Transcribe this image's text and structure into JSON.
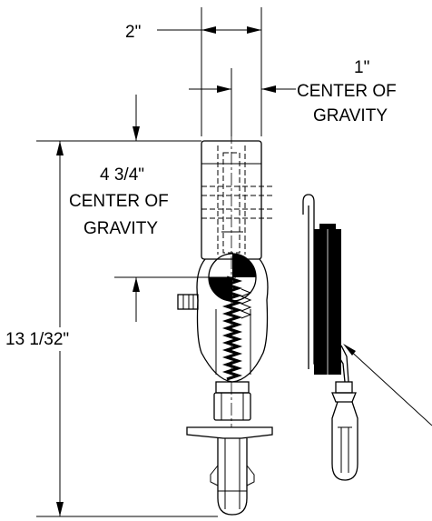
{
  "dimensions": {
    "width": "2\"",
    "cg_horizontal_value": "1\"",
    "cg_horizontal_line1": "CENTER OF",
    "cg_horizontal_line2": "GRAVITY",
    "cg_vertical_value": "4 3/4\"",
    "cg_vertical_line1": "CENTER OF",
    "cg_vertical_line2": "GRAVITY",
    "overall_height": "13 1/32\""
  },
  "colors": {
    "ink": "#000000",
    "paper": "#ffffff"
  }
}
